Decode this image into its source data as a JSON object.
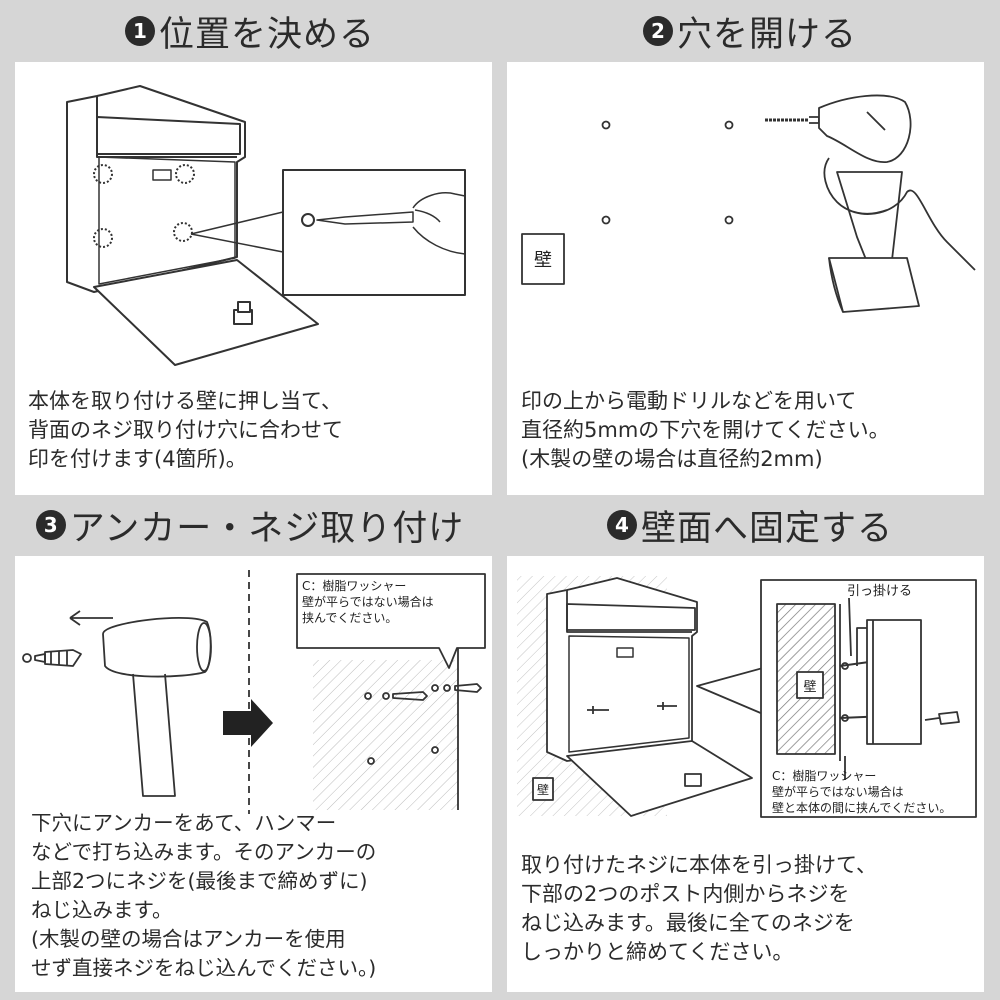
{
  "steps": [
    {
      "number": "1",
      "title": "位置を決める",
      "description": [
        "本体を取り付ける壁に押し当て、",
        "背面のネジ取り付け穴に合わせて",
        "印を付けます(4箇所)。"
      ]
    },
    {
      "number": "2",
      "title": "穴を開ける",
      "wall_label": "壁",
      "description": [
        "印の上から電動ドリルなどを用いて",
        "直径約5mmの下穴を開けてください。",
        "(木製の壁の場合は直径約2mm)"
      ]
    },
    {
      "number": "3",
      "title": "アンカー・ネジ取り付け",
      "callout": [
        "C：樹脂ワッシャー",
        "壁が平らではない場合は",
        "挟んでください。"
      ],
      "description": [
        "下穴にアンカーをあて、ハンマー",
        "などで打ち込みます。そのアンカーの",
        "上部2つにネジを(最後まで締めずに)",
        "ねじ込みます。",
        "(木製の壁の場合はアンカーを使用",
        "せず直接ネジをねじ込んでください。)"
      ]
    },
    {
      "number": "4",
      "title": "壁面へ固定する",
      "wall_label": "壁",
      "hook_label": "引っ掛ける",
      "callout": [
        "C：樹脂ワッシャー",
        "壁が平らではない場合は",
        "壁と本体の間に挟んでください。"
      ],
      "description": [
        "取り付けたネジに本体を引っ掛けて、",
        "下部の2つのポスト内側からネジを",
        "ねじ込みます。最後に全てのネジを",
        "しっかりと締めてください。"
      ]
    }
  ]
}
